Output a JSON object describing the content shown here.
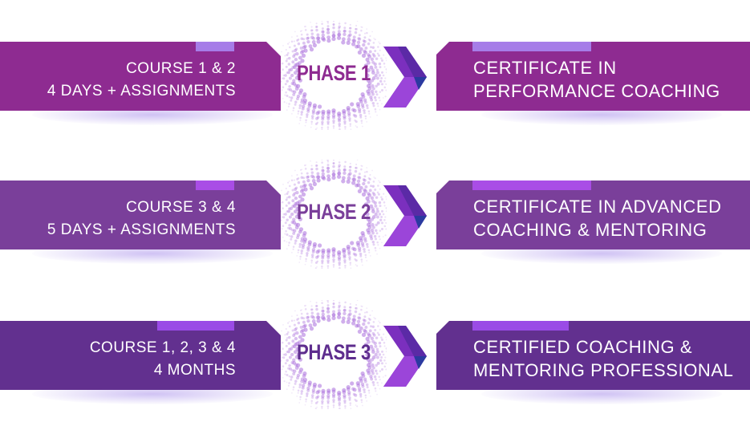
{
  "phases": [
    {
      "label": "PHASE 1",
      "left_lines": [
        "COURSE 1 & 2",
        "4 DAYS + ASSIGNMENTS"
      ],
      "right_lines": [
        "CERTIFICATE IN",
        "PERFORMANCE COACHING"
      ],
      "color_box": "#8e2b91",
      "color_tab": "#a67de8",
      "color_text": "#8e2b91"
    },
    {
      "label": "PHASE 2",
      "left_lines": [
        "COURSE 3 & 4",
        "5 DAYS + ASSIGNMENTS"
      ],
      "right_lines": [
        "CERTIFICATE IN ADVANCED",
        "COACHING & MENTORING"
      ],
      "color_box": "#7a3f9a",
      "color_tab": "#a94de6",
      "color_text": "#7a3f9a"
    },
    {
      "label": "PHASE 3",
      "left_lines": [
        "COURSE 1, 2, 3 & 4",
        "4 MONTHS"
      ],
      "right_lines": [
        "CERTIFIED COACHING &",
        "MENTORING PROFESSIONAL"
      ],
      "color_box": "#62308f",
      "color_tab": "#9a4be6",
      "color_text": "#5e2d8e"
    }
  ]
}
